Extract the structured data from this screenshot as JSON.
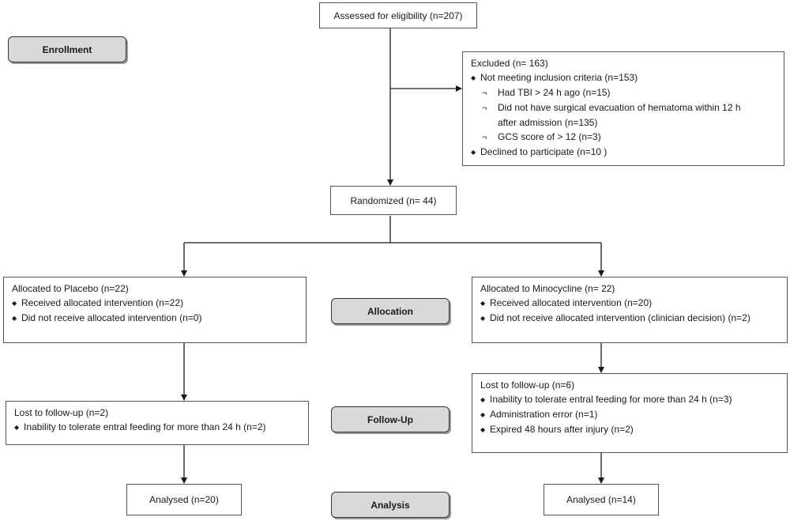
{
  "stages": {
    "enrollment": "Enrollment",
    "allocation": "Allocation",
    "follow_up": "Follow-Up",
    "analysis": "Analysis"
  },
  "assessed": "Assessed for eligibility (n=207)",
  "excluded": {
    "title": "Excluded  (n= 163)",
    "not_meeting": "Not meeting inclusion criteria (n=153)",
    "sub_items": [
      "Had TBI > 24 h ago (n=15)",
      "Did not have surgical evacuation of hematoma within 12 h",
      "after admission (n=135)",
      "GCS score of > 12 (n=3)"
    ],
    "declined": "Declined to participate (n=10 )"
  },
  "randomized": "Randomized (n= 44)",
  "placebo": {
    "allocated": "Allocated to Placebo (n=22)",
    "received": "Received allocated intervention (n=22)",
    "not_received": "Did not receive allocated intervention  (n=0)",
    "lost": "Lost to follow-up (n=2)",
    "lost_reason": "Inability to tolerate entral feeding  for more than 24 h (n=2)",
    "analysed": "Analysed (n=20)"
  },
  "minocycline": {
    "allocated": "Allocated to Minocycline (n= 22)",
    "received": "Received allocated intervention (n=20)",
    "not_received": "Did not receive allocated intervention (clinician decision) (n=2)",
    "lost": "Lost to follow-up (n=6)",
    "lost_reasons": [
      "Inability to tolerate entral feeding  for more than 24 h (n=3)",
      "Administration error (n=1)",
      "Expired 48 hours after injury (n=2)"
    ],
    "analysed": "Analysed (n=14)"
  },
  "symbols": {
    "bullet": "◆",
    "sub_mark": "¬"
  },
  "colors": {
    "stage_fill": "#d9d9d9",
    "border": "#555555",
    "connector": "#1a1a1a"
  }
}
